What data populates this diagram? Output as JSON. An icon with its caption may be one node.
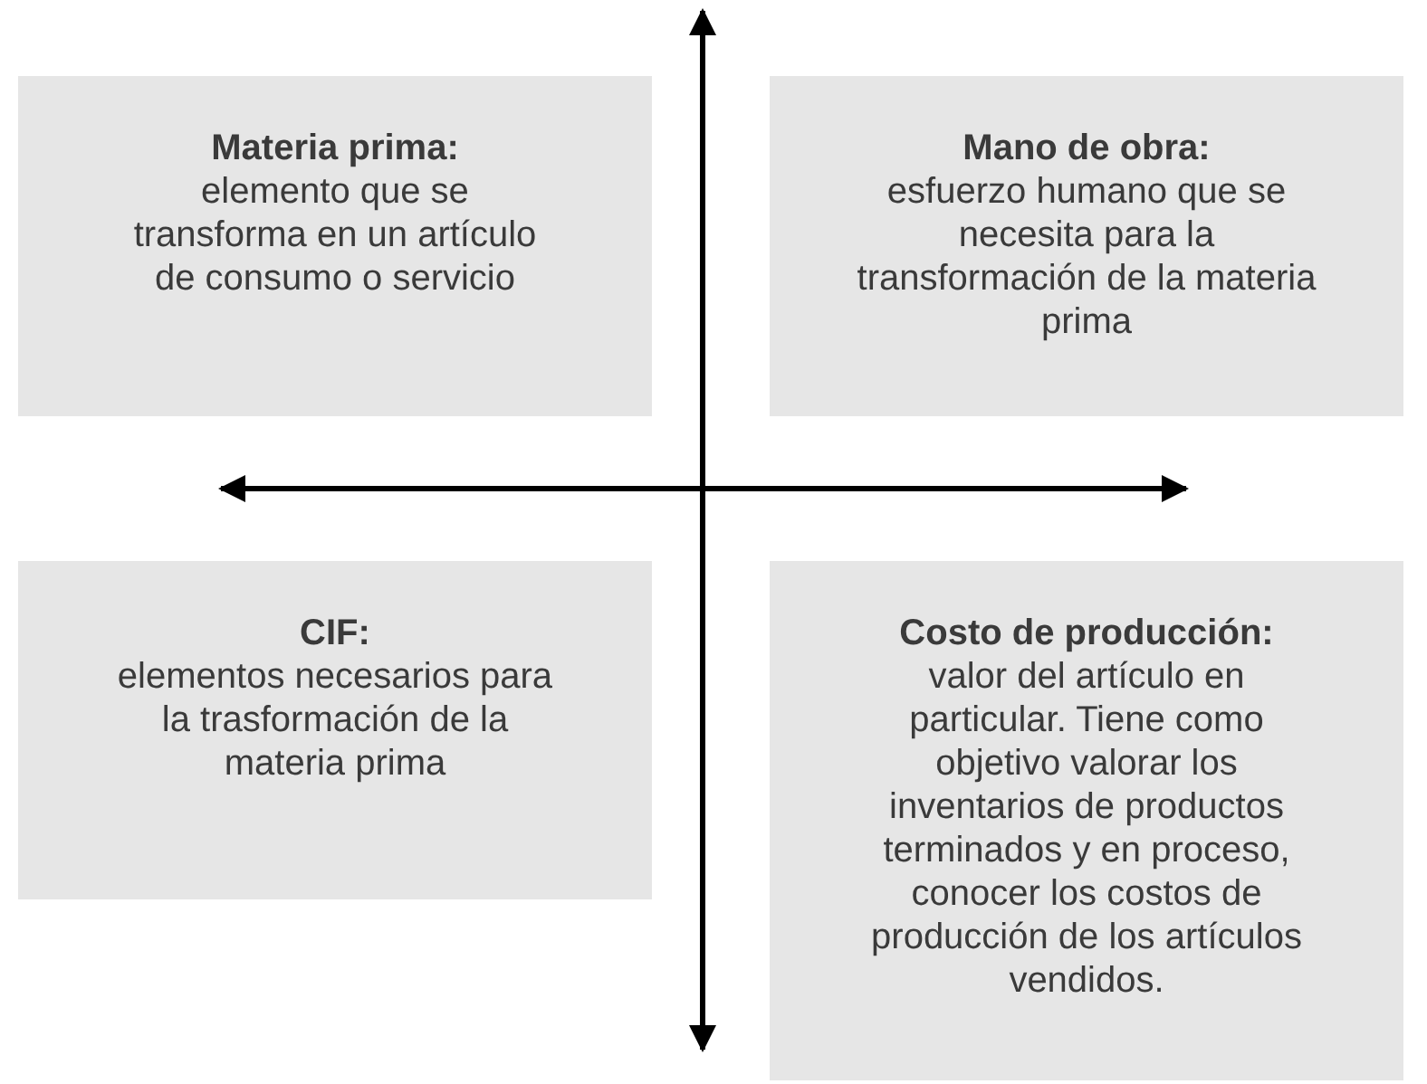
{
  "diagram": {
    "nodes": [
      {
        "text": [
          "Materia prima:",
          "elemento que se transforma en un artículo de consumo o servicio"
        ]
      },
      {
        "text": [
          "Mano de obra:",
          "esfuerzo humano que se necesita para la transformación de la materia prima"
        ]
      },
      {
        "text": [
          "CIF:",
          "elementos necesarios para la trasformación de la materia prima"
        ]
      },
      {
        "text": [
          "Costo de producción:",
          "valor del artículo en particular. Tiene como objetivo valorar los inventarios de productos terminados y en proceso, conocer los costos de producción de los artículos vendidos."
        ]
      }
    ]
  }
}
